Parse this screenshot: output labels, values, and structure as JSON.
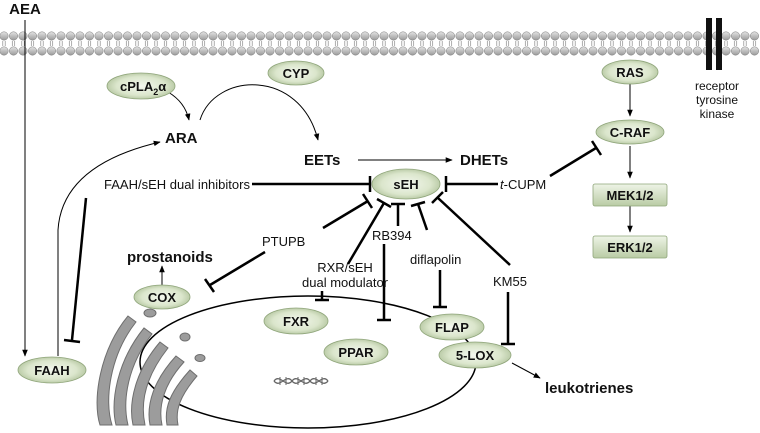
{
  "nodes": {
    "aea": "AEA",
    "cyp": "CYP",
    "cpla2_main": "cPLA",
    "cpla2_sub": "2",
    "cpla2_greek": "α",
    "ras": "RAS",
    "craf": "C-RAF",
    "mek": "MEK1/2",
    "erk": "ERK1/2",
    "seh": "sEH",
    "cox": "COX",
    "fxr": "FXR",
    "ppar": "PPAR",
    "flap": "FLAP",
    "lox": "5-LOX",
    "faah": "FAAH"
  },
  "metabolites": {
    "ara": "ARA",
    "eets": "EETs",
    "dhets": "DHETs",
    "prostanoids": "prostanoids",
    "leukotrienes": "leukotrienes"
  },
  "inhibitors": {
    "faah_seh": "FAAH/sEH dual inhibitors",
    "tcupm_prefix": "t",
    "tcupm_rest": "-CUPM",
    "ptupb": "PTUPB",
    "rxr_line1": "RXR/sEH",
    "rxr_line2": "dual modulator",
    "rb394": "RB394",
    "diflapolin": "diflapolin",
    "km55": "KM55"
  },
  "receptor": {
    "line1": "receptor",
    "line2": "tyrosine",
    "line3": "kinase"
  },
  "colors": {
    "node_fill_center": "#e7f0dc",
    "node_fill_edge": "#a9bd93",
    "line": "#000000",
    "membrane_head": "#c9c9c9",
    "golgi": "#9c9c9c"
  },
  "icons": {
    "dna": "dna-helix-icon",
    "golgi": "golgi-apparatus-icon",
    "receptor": "receptor-tyrosine-kinase-icon"
  }
}
